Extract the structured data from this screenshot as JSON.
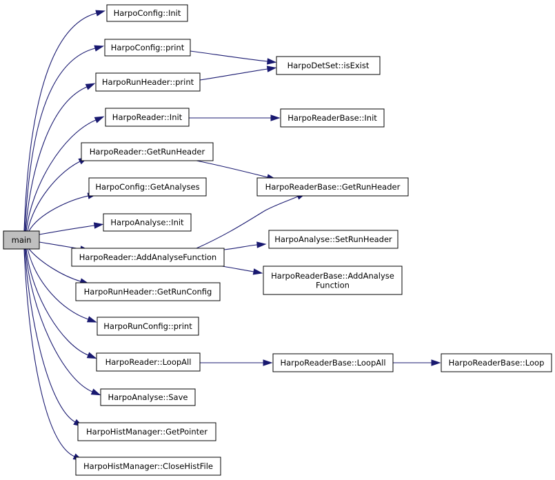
{
  "graph": {
    "edge_color": "#191970",
    "root_fill": "#bfbfbf",
    "nodes": [
      {
        "id": "main",
        "lines": [
          "main"
        ]
      },
      {
        "id": "cfg_init",
        "lines": [
          "HarpoConfig::Init"
        ]
      },
      {
        "id": "cfg_print",
        "lines": [
          "HarpoConfig::print"
        ]
      },
      {
        "id": "detset_isexist",
        "lines": [
          "HarpoDetSet::isExist"
        ]
      },
      {
        "id": "runheader_print",
        "lines": [
          "HarpoRunHeader::print"
        ]
      },
      {
        "id": "reader_init",
        "lines": [
          "HarpoReader::Init"
        ]
      },
      {
        "id": "readerbase_init",
        "lines": [
          "HarpoReaderBase::Init"
        ]
      },
      {
        "id": "reader_getrunheader",
        "lines": [
          "HarpoReader::GetRunHeader"
        ]
      },
      {
        "id": "readerbase_getrunheader",
        "lines": [
          "HarpoReaderBase::GetRunHeader"
        ]
      },
      {
        "id": "cfg_getanalyses",
        "lines": [
          "HarpoConfig::GetAnalyses"
        ]
      },
      {
        "id": "analyse_init",
        "lines": [
          "HarpoAnalyse::Init"
        ]
      },
      {
        "id": "analyse_setrunheader",
        "lines": [
          "HarpoAnalyse::SetRunHeader"
        ]
      },
      {
        "id": "reader_addanalysefunction",
        "lines": [
          "HarpoReader::AddAnalyseFunction"
        ]
      },
      {
        "id": "readerbase_addanalysefunction",
        "lines": [
          "HarpoReaderBase::AddAnalyse",
          "Function"
        ]
      },
      {
        "id": "runheader_getrunconfig",
        "lines": [
          "HarpoRunHeader::GetRunConfig"
        ]
      },
      {
        "id": "runconfig_print",
        "lines": [
          "HarpoRunConfig::print"
        ]
      },
      {
        "id": "reader_loopall",
        "lines": [
          "HarpoReader::LoopAll"
        ]
      },
      {
        "id": "readerbase_loopall",
        "lines": [
          "HarpoReaderBase::LoopAll"
        ]
      },
      {
        "id": "readerbase_loop",
        "lines": [
          "HarpoReaderBase::Loop"
        ]
      },
      {
        "id": "analyse_save",
        "lines": [
          "HarpoAnalyse::Save"
        ]
      },
      {
        "id": "histmanager_getpointer",
        "lines": [
          "HarpoHistManager::GetPointer"
        ]
      },
      {
        "id": "histmanager_closehistfile",
        "lines": [
          "HarpoHistManager::CloseHistFile"
        ]
      }
    ],
    "edges": [
      {
        "from": "main",
        "to": "cfg_init"
      },
      {
        "from": "main",
        "to": "cfg_print"
      },
      {
        "from": "main",
        "to": "runheader_print"
      },
      {
        "from": "main",
        "to": "reader_init"
      },
      {
        "from": "main",
        "to": "reader_getrunheader"
      },
      {
        "from": "main",
        "to": "cfg_getanalyses"
      },
      {
        "from": "main",
        "to": "analyse_init"
      },
      {
        "from": "main",
        "to": "reader_addanalysefunction"
      },
      {
        "from": "main",
        "to": "runheader_getrunconfig"
      },
      {
        "from": "main",
        "to": "runconfig_print"
      },
      {
        "from": "main",
        "to": "reader_loopall"
      },
      {
        "from": "main",
        "to": "analyse_save"
      },
      {
        "from": "main",
        "to": "histmanager_getpointer"
      },
      {
        "from": "main",
        "to": "histmanager_closehistfile"
      },
      {
        "from": "cfg_print",
        "to": "detset_isexist"
      },
      {
        "from": "runheader_print",
        "to": "detset_isexist"
      },
      {
        "from": "reader_init",
        "to": "readerbase_init"
      },
      {
        "from": "reader_getrunheader",
        "to": "readerbase_getrunheader"
      },
      {
        "from": "reader_addanalysefunction",
        "to": "readerbase_getrunheader"
      },
      {
        "from": "reader_addanalysefunction",
        "to": "analyse_setrunheader"
      },
      {
        "from": "reader_addanalysefunction",
        "to": "readerbase_addanalysefunction"
      },
      {
        "from": "reader_loopall",
        "to": "readerbase_loopall"
      },
      {
        "from": "readerbase_loopall",
        "to": "readerbase_loop"
      }
    ]
  }
}
